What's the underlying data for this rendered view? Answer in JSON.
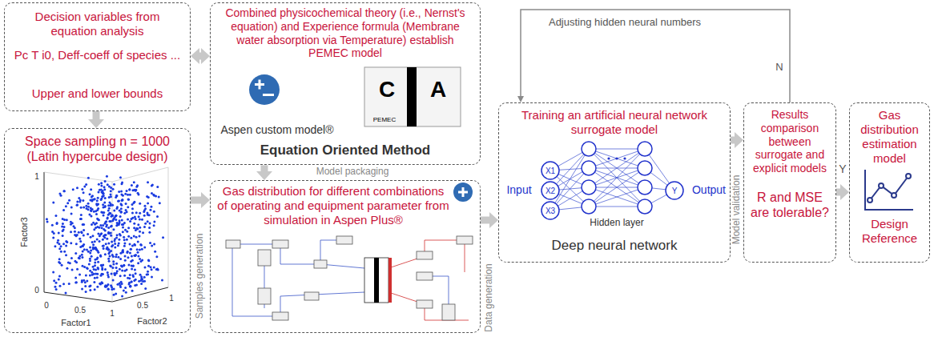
{
  "diagram": {
    "nodes": [
      {
        "text": [
          "Decision variables from equation analysis",
          "Pc T i0, Deff-coeff of species ...",
          "Upper and lower bounds"
        ]
      },
      {
        "text": [
          "Space sampling n = 1000 (Latin hypercube design)"
        ]
      },
      {
        "text": [
          "Combined physicochemical theory (i.e., Nernst's equation) and Experience formula (Membrane water absorption via Temperature) establish PEMEC model",
          "Aspen custom model®",
          "Equation Oriented Method"
        ]
      },
      {
        "text": [
          "Gas distribution for different combinations of operating and equipment parameter from simulation in Aspen Plus®"
        ]
      },
      {
        "text": [
          "Training an artificial neural network surrogate model",
          "Deep neural network"
        ]
      },
      {
        "text": [
          "Results comparison between surrogate and explicit models",
          "R and MSE are tolerable?"
        ]
      },
      {
        "text": [
          "Gas distribution estimation model",
          "Design Reference"
        ]
      }
    ],
    "edges": [
      {
        "from": 0,
        "to": 2,
        "arrow": "both"
      },
      {
        "from": 0,
        "to": 1,
        "arrow": "to"
      },
      {
        "from": 1,
        "to": 3,
        "label": "Samples generation",
        "arrow": "to"
      },
      {
        "from": 2,
        "to": 3,
        "label": "Model packaging",
        "arrow": "to"
      },
      {
        "from": 3,
        "to": 4,
        "label": "Data generation",
        "arrow": "to"
      },
      {
        "from": 4,
        "to": 5,
        "label": "Model validation",
        "arrow": "to"
      },
      {
        "from": 5,
        "to": 4,
        "label": "Adjusting hidden neural numbers",
        "arrow": "to"
      },
      {
        "from": 5,
        "to": 6,
        "label": "Y",
        "arrow": "to"
      }
    ],
    "labels": [
      "Factor3",
      "Factor1",
      "Factor2",
      "0",
      "0.5",
      "1",
      "0.5",
      "1",
      "0",
      "1",
      "C",
      "A",
      "PEMEC",
      "Input",
      "Output",
      "Hidden layer",
      "X1",
      "X2",
      "X3",
      "Y",
      "N"
    ]
  }
}
